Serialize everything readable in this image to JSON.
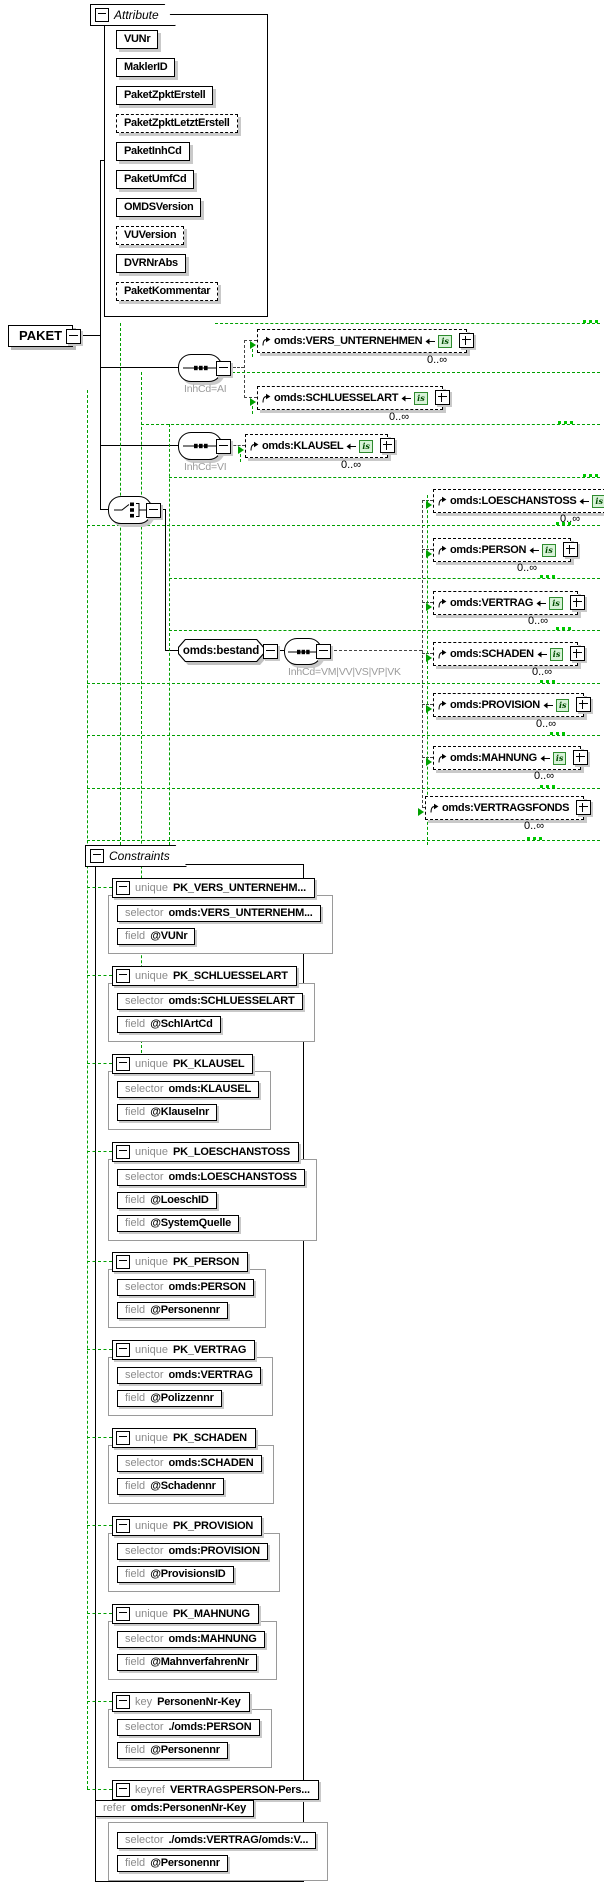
{
  "root_label": "PAKET",
  "badge": "is",
  "bestand_label": "omds:bestand",
  "connector_labels": {
    "seq_ai": "InhCd=AI",
    "seq_vi": "InhCd=VI",
    "seq_bestand": "InhCd=VM|VV|VS|VP|VK"
  },
  "attribute_panel": {
    "title": "Attribute",
    "items": [
      {
        "label": "VUNr"
      },
      {
        "label": "MaklerID"
      },
      {
        "label": "PaketZpktErstell"
      },
      {
        "label": "PaketZpktLetztErstell"
      },
      {
        "label": "PaketInhCd"
      },
      {
        "label": "PaketUmfCd"
      },
      {
        "label": "OMDSVersion"
      },
      {
        "label": "VUVersion"
      },
      {
        "label": "DVRNrAbs"
      },
      {
        "label": "PaketKommentar"
      }
    ]
  },
  "elements": {
    "vers": {
      "label": "omds:VERS_UNTERNEHMEN",
      "occurs": "0..∞"
    },
    "schluesselart": {
      "label": "omds:SCHLUESSELART",
      "occurs": "0..∞"
    },
    "klausel": {
      "label": "omds:KLAUSEL",
      "occurs": "0..∞"
    },
    "loeschanstoss": {
      "label": "omds:LOESCHANSTOSS",
      "occurs": "0..∞"
    },
    "person": {
      "label": "omds:PERSON",
      "occurs": "0..∞"
    },
    "vertrag": {
      "label": "omds:VERTRAG",
      "occurs": "0..∞"
    },
    "schaden": {
      "label": "omds:SCHADEN",
      "occurs": "0..∞"
    },
    "provision": {
      "label": "omds:PROVISION",
      "occurs": "0..∞"
    },
    "mahnung": {
      "label": "omds:MAHNUNG",
      "occurs": "0..∞"
    },
    "vertragsfonds": {
      "label": "omds:VERTRAGSFONDS",
      "occurs": "0..∞"
    }
  },
  "constraints_panel": {
    "title": "Constraints",
    "labels": {
      "selector": "selector",
      "field": "field",
      "refer": "refer"
    },
    "items": [
      {
        "kind": "unique",
        "name": "PK_VERS_UNTERNEHM...",
        "selector": "omds:VERS_UNTERNEHM...",
        "fields": [
          "@VUNr"
        ]
      },
      {
        "kind": "unique",
        "name": "PK_SCHLUESSELART",
        "selector": "omds:SCHLUESSELART",
        "fields": [
          "@SchlArtCd"
        ]
      },
      {
        "kind": "unique",
        "name": "PK_KLAUSEL",
        "selector": "omds:KLAUSEL",
        "fields": [
          "@Klauselnr"
        ]
      },
      {
        "kind": "unique",
        "name": "PK_LOESCHANSTOSS",
        "selector": "omds:LOESCHANSTOSS",
        "fields": [
          "@LoeschID",
          "@SystemQuelle"
        ]
      },
      {
        "kind": "unique",
        "name": "PK_PERSON",
        "selector": "omds:PERSON",
        "fields": [
          "@Personennr"
        ]
      },
      {
        "kind": "unique",
        "name": "PK_VERTRAG",
        "selector": "omds:VERTRAG",
        "fields": [
          "@Polizzennr"
        ]
      },
      {
        "kind": "unique",
        "name": "PK_SCHADEN",
        "selector": "omds:SCHADEN",
        "fields": [
          "@Schadennr"
        ]
      },
      {
        "kind": "unique",
        "name": "PK_PROVISION",
        "selector": "omds:PROVISION",
        "fields": [
          "@ProvisionsID"
        ]
      },
      {
        "kind": "unique",
        "name": "PK_MAHNUNG",
        "selector": "omds:MAHNUNG",
        "fields": [
          "@MahnverfahrenNr"
        ]
      },
      {
        "kind": "key",
        "name": "PersonenNr-Key",
        "selector": "./omds:PERSON",
        "fields": [
          "@Personennr"
        ]
      },
      {
        "kind": "keyref",
        "name": "VERTRAGSPERSON-Pers...",
        "refer": "omds:PersonenNr-Key",
        "selector": "./omds:VERTRAG/omds:V...",
        "fields": [
          "@Personennr"
        ]
      }
    ]
  }
}
